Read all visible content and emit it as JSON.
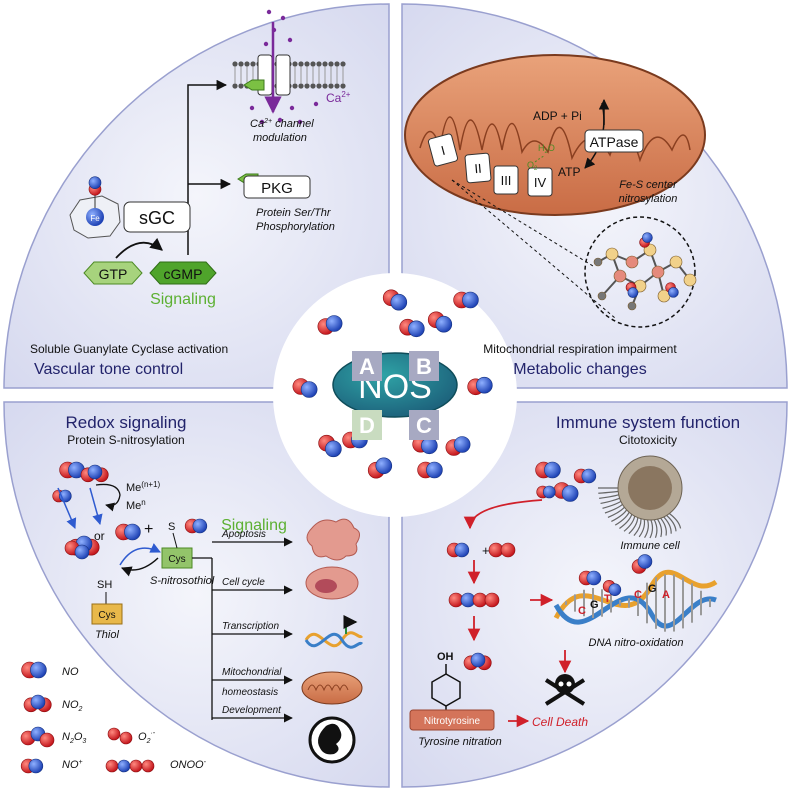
{
  "center": {
    "label": "NOS"
  },
  "colors": {
    "quadrant_fill": "#e6e8f5",
    "quadrant_edge": "#8a8fc0",
    "nos_fill": "#2a8a8a",
    "oxygen_red": "#d8262a",
    "nitrogen_blue": "#2f5bd0",
    "signaling_green": "#5cb032",
    "calcium_purple": "#7a2a9a",
    "death_red": "#d0202a"
  },
  "panel_a": {
    "letter": "A",
    "subtitle": "Soluble Guanylate Cyclase activation",
    "title": "Vascular tone control",
    "sgc": "sGC",
    "fe": "Fe",
    "gtp": "GTP",
    "cgmp": "cGMP",
    "signaling": "Signaling",
    "ca": "Ca",
    "ca_sup": "2+",
    "ca_channel_1": "Ca",
    "ca_channel_sup": "2+",
    "ca_channel_2": " channel",
    "ca_channel_3": "modulation",
    "pkg": "PKG",
    "pkg_1": "Protein Ser/Thr",
    "pkg_2": "Phosphorylation"
  },
  "panel_b": {
    "letter": "B",
    "subtitle": "Mitochondrial respiration impairment",
    "title": "Metabolic changes",
    "complexes": [
      "I",
      "II",
      "III",
      "IV"
    ],
    "adp": "ADP + Pi",
    "atp": "ATP",
    "atpase": "ATPase",
    "h2o": "H",
    "h2o_sub": "2",
    "h2o_end": "O",
    "o2": "O",
    "o2_sub": "2",
    "fes_1": "Fe-S center",
    "fes_2": "nitrosylation"
  },
  "panel_c": {
    "letter": "C",
    "title": "Immune system function",
    "subtitle": "Citotoxicity",
    "immune_cell": "Immune cell",
    "dna": "DNA nitro-oxidation",
    "dna_letters_1": [
      "C",
      "G",
      "T"
    ],
    "dna_letters_2": [
      "C",
      "G",
      "A"
    ],
    "oh": "OH",
    "nitrotyrosine": "Nitrotyrosine",
    "tyrosine_nitration": "Tyrosine nitration",
    "cell_death": "Cell Death"
  },
  "panel_d": {
    "letter": "D",
    "title": "Redox signaling",
    "subtitle": "Protein S-nitrosylation",
    "me_1": "Me",
    "me_1_sup": "(n+1)",
    "me_2": "Me",
    "me_2_sup": "n",
    "or": "or",
    "plus": "+",
    "s": "S",
    "sh": "SH",
    "cys": "Cys",
    "thiol": "Thiol",
    "s_nitrosothiol": "S-nitrosothiol",
    "signaling": "Signaling",
    "outcomes": [
      "Apoptosis",
      "Cell cycle",
      "Transcription",
      "Mitochondrial",
      "homeostasis",
      "Development"
    ]
  },
  "legend": {
    "no": "NO",
    "no2": "NO",
    "no2_sub": "2",
    "n2o3": "N",
    "n2o3_sub1": "2",
    "n2o3_mid": "O",
    "n2o3_sub2": "3",
    "noplus": "NO",
    "noplus_sup": "+",
    "o2": "O",
    "o2_sub": "2",
    "o2_sup": "·-",
    "onoo": "ONOO",
    "onoo_sup": "-"
  }
}
